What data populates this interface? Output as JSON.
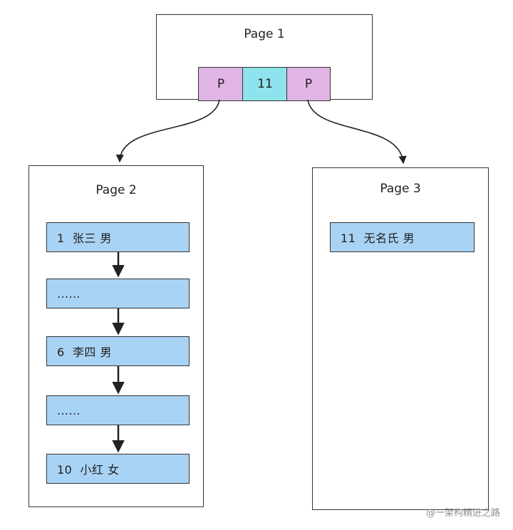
{
  "root": {
    "title": "Page 1",
    "cells": [
      {
        "label": "P",
        "kind": "pointer",
        "color": "#e1b4e6"
      },
      {
        "label": "11",
        "kind": "key",
        "color": "#8ee3ec"
      },
      {
        "label": "P",
        "kind": "pointer",
        "color": "#e1b4e6"
      }
    ]
  },
  "page2": {
    "title": "Page 2",
    "records": [
      {
        "text": "1  张三 男"
      },
      {
        "text": "……"
      },
      {
        "text": "6  李四 男"
      },
      {
        "text": "……"
      },
      {
        "text": "10  小红 女"
      }
    ]
  },
  "page3": {
    "title": "Page 3",
    "records": [
      {
        "text": "11  无名氏 男"
      }
    ]
  },
  "record_color": "#a9d3f5",
  "watermark": "@一架构精进之路"
}
